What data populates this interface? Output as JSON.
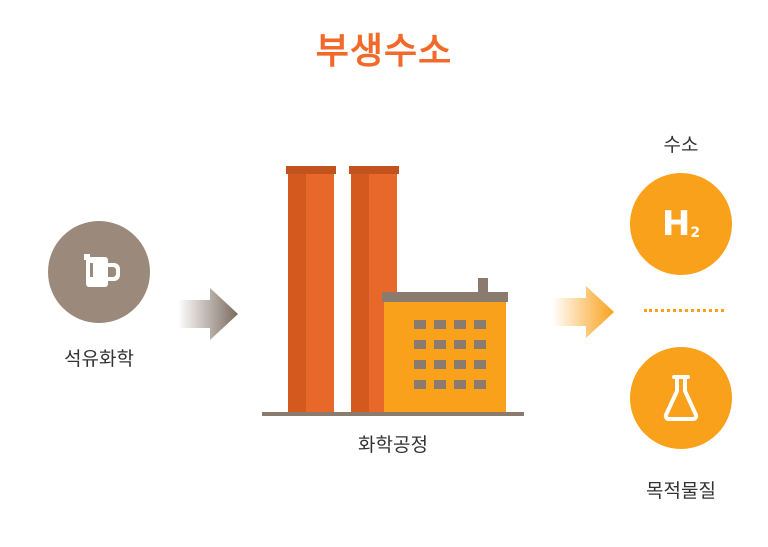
{
  "title": "부생수소",
  "source": {
    "label": "석유화학",
    "icon": "oil-drum-icon"
  },
  "process": {
    "label": "화학공정",
    "icon": "factory-icon"
  },
  "outputs": [
    {
      "top_label": "수소",
      "symbol_main": "H",
      "symbol_sub": "2",
      "icon": "hydrogen-icon"
    },
    {
      "bottom_label": "목적물질",
      "icon": "flask-icon"
    }
  ],
  "colors": {
    "title": "#f26a2a",
    "source_circle": "#9b8a7b",
    "output_circle": "#f9a11b",
    "chimney": "#e8682a",
    "building": "#f9a11b"
  }
}
